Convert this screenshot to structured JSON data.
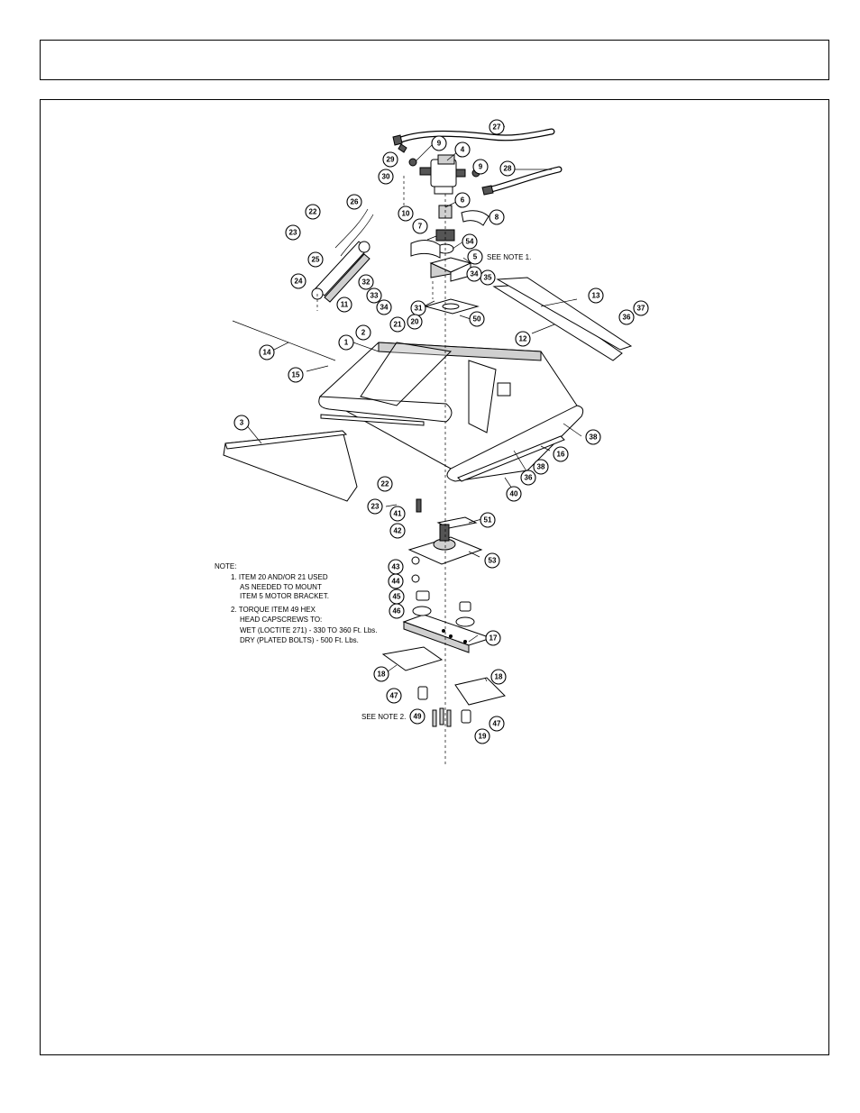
{
  "header": {
    "title": ""
  },
  "notes": {
    "heading": "NOTE:",
    "lines": [
      "1. ITEM 20 AND/OR 21 USED",
      "AS NEEDED TO MOUNT",
      "ITEM 5 MOTOR BRACKET.",
      "2. TORQUE ITEM 49 HEX",
      "HEAD CAPSCREWS TO:",
      "WET (LOCTITE 271) - 330 TO 360 Ft. Lbs.",
      "DRY (PLATED BOLTS) - 500 Ft. Lbs."
    ]
  },
  "see_note_1": "SEE NOTE 1.",
  "see_note_2": "SEE NOTE 2.",
  "callouts": [
    "27",
    "9",
    "4",
    "29",
    "9",
    "28",
    "30",
    "6",
    "8",
    "10",
    "26",
    "22",
    "7",
    "23",
    "54",
    "25",
    "5",
    "35",
    "34",
    "24",
    "32",
    "33",
    "34",
    "11",
    "31",
    "50",
    "13",
    "37",
    "36",
    "20",
    "21",
    "2",
    "12",
    "1",
    "14",
    "15",
    "38",
    "3",
    "16",
    "38",
    "36",
    "40",
    "22",
    "23",
    "41",
    "51",
    "42",
    "53",
    "43",
    "44",
    "45",
    "46",
    "17",
    "18",
    "18",
    "47",
    "49",
    "47",
    "19"
  ]
}
